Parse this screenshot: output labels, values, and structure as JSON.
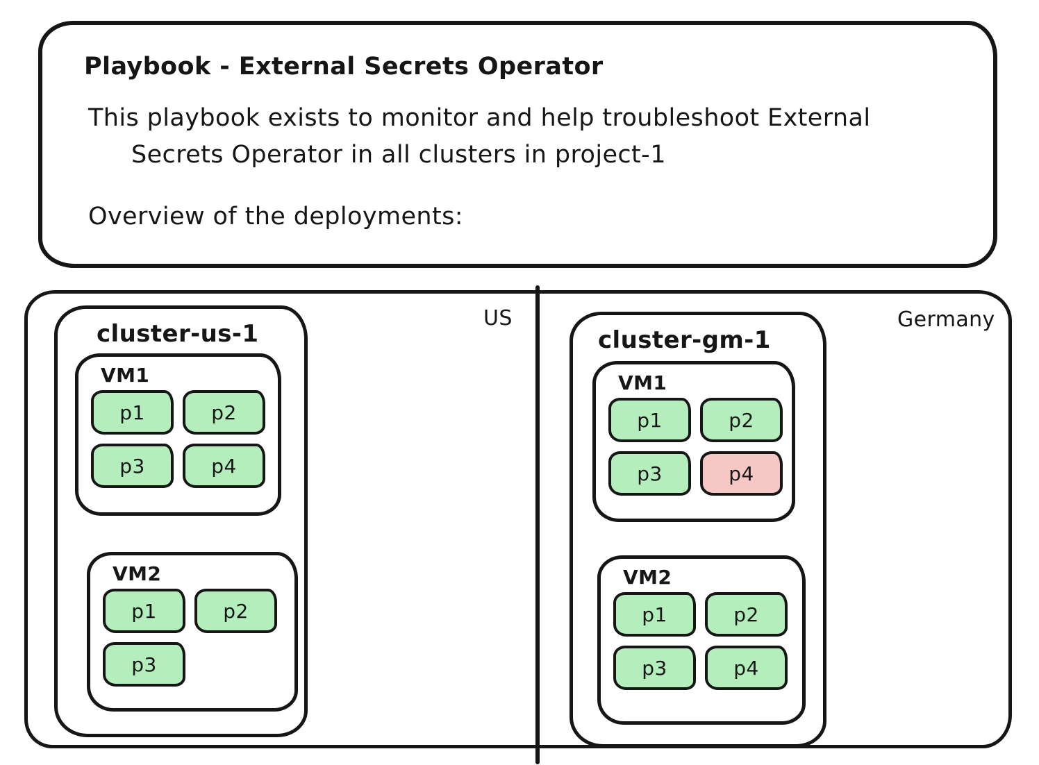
{
  "note": {
    "title": "Playbook - External Secrets Operator",
    "description": "This playbook exists to monitor and help troubleshoot External\nSecrets Operator in all clusters in project-1",
    "overview_label": "Overview of the deployments:"
  },
  "colors": {
    "stroke": "#161616",
    "pod_healthy": "#b5eebd",
    "pod_unhealthy": "#f6c8c5"
  },
  "regions": [
    {
      "label": "US",
      "cluster": {
        "name": "cluster-us-1",
        "vms": [
          {
            "name": "VM1",
            "pods": [
              {
                "label": "p1",
                "status": "healthy"
              },
              {
                "label": "p2",
                "status": "healthy"
              },
              {
                "label": "p3",
                "status": "healthy"
              },
              {
                "label": "p4",
                "status": "healthy"
              }
            ]
          },
          {
            "name": "VM2",
            "pods": [
              {
                "label": "p1",
                "status": "healthy"
              },
              {
                "label": "p2",
                "status": "healthy"
              },
              {
                "label": "p3",
                "status": "healthy"
              }
            ]
          }
        ]
      }
    },
    {
      "label": "Germany",
      "cluster": {
        "name": "cluster-gm-1",
        "vms": [
          {
            "name": "VM1",
            "pods": [
              {
                "label": "p1",
                "status": "healthy"
              },
              {
                "label": "p2",
                "status": "healthy"
              },
              {
                "label": "p3",
                "status": "healthy"
              },
              {
                "label": "p4",
                "status": "unhealthy"
              }
            ]
          },
          {
            "name": "VM2",
            "pods": [
              {
                "label": "p1",
                "status": "healthy"
              },
              {
                "label": "p2",
                "status": "healthy"
              },
              {
                "label": "p3",
                "status": "healthy"
              },
              {
                "label": "p4",
                "status": "healthy"
              }
            ]
          }
        ]
      }
    }
  ]
}
